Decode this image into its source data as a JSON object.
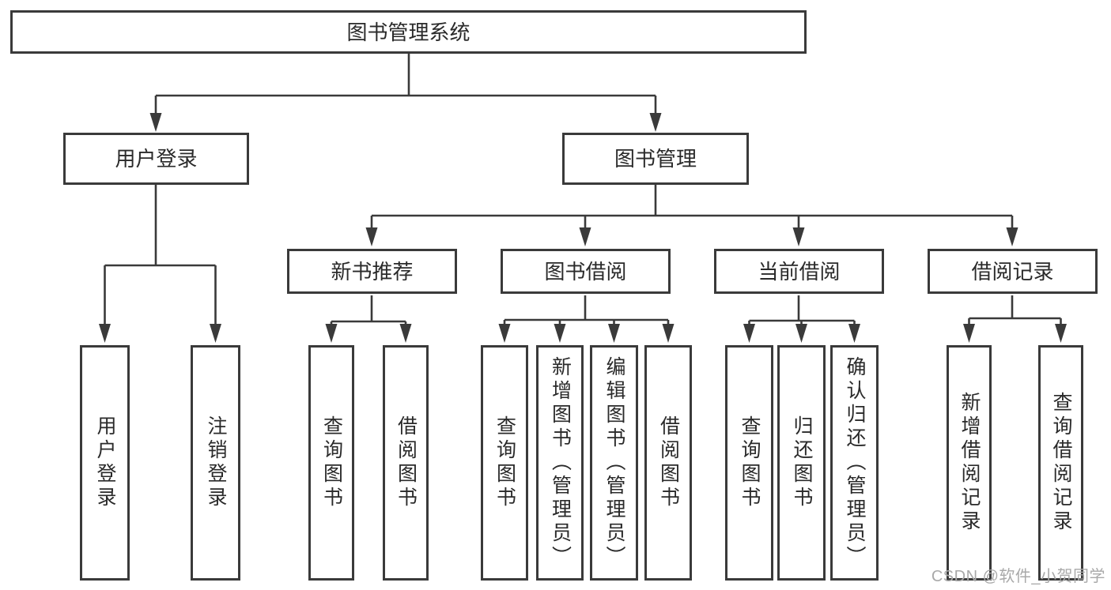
{
  "title": "图书管理系统",
  "colors": {
    "line": "#3a3a3a",
    "text": "#2a2a2a",
    "background": "#ffffff",
    "watermark": "#a9a9a9"
  },
  "tree": {
    "label": "图书管理系统",
    "children": [
      {
        "label": "用户登录",
        "children": [
          {
            "label": "用户登录"
          },
          {
            "label": "注销登录"
          }
        ]
      },
      {
        "label": "图书管理",
        "children": [
          {
            "label": "新书推荐",
            "children": [
              {
                "label": "查询图书"
              },
              {
                "label": "借阅图书"
              }
            ]
          },
          {
            "label": "图书借阅",
            "children": [
              {
                "label": "查询图书"
              },
              {
                "label": "新增图书（管理员）"
              },
              {
                "label": "编辑图书（管理员）"
              },
              {
                "label": "借阅图书"
              }
            ]
          },
          {
            "label": "当前借阅",
            "children": [
              {
                "label": "查询图书"
              },
              {
                "label": "归还图书"
              },
              {
                "label": "确认归还（管理员）"
              }
            ]
          },
          {
            "label": "借阅记录",
            "children": [
              {
                "label": "新增借阅记录"
              },
              {
                "label": "查询借阅记录"
              }
            ]
          }
        ]
      }
    ]
  },
  "watermark": {
    "text": "CSDN @软件_小贺同学"
  }
}
